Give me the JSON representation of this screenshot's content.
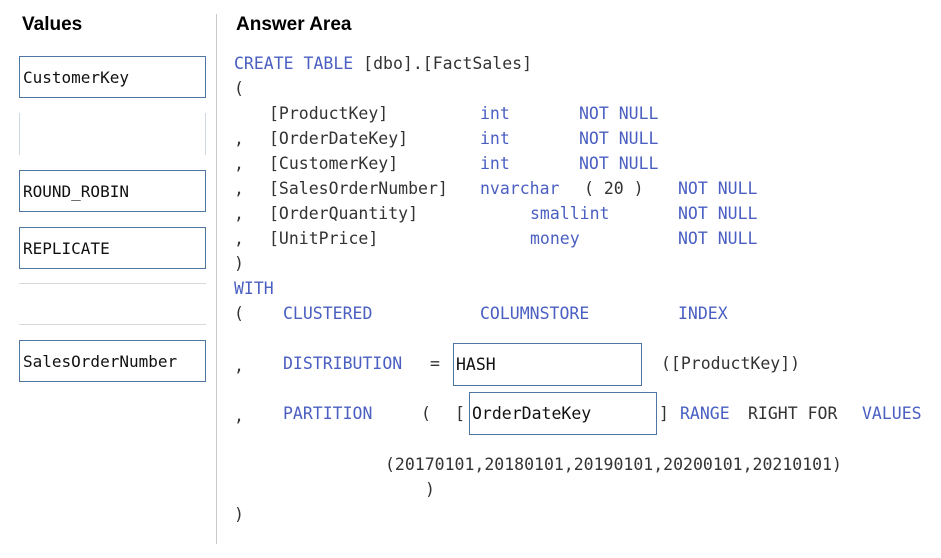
{
  "values_panel": {
    "title": "Values",
    "items": [
      {
        "label": "CustomerKey"
      },
      {
        "label": ""
      },
      {
        "label": "ROUND_ROBIN"
      },
      {
        "label": "REPLICATE"
      },
      {
        "label": ""
      },
      {
        "label": "SalesOrderNumber"
      }
    ]
  },
  "answer_area": {
    "title": "Answer Area",
    "line1_kw": "CREATE TABLE",
    "line1_tx": " [dbo].[FactSales]",
    "open_paren": "(",
    "columns": [
      {
        "prefix": " ",
        "name": "[ProductKey]",
        "type": "int",
        "null": "NOT NULL"
      },
      {
        "prefix": ",",
        "name": "[OrderDateKey]",
        "type": "int",
        "null": "NOT NULL"
      },
      {
        "prefix": ",",
        "name": "[CustomerKey]",
        "type": "int",
        "null": "NOT NULL"
      },
      {
        "prefix": ",",
        "name": "[SalesOrderNumber]",
        "type": "nvarchar",
        "type_suffix": "( 20 )",
        "null": "NOT NULL"
      },
      {
        "prefix": ",",
        "name": "[OrderQuantity]",
        "type": "smallint",
        "null": "NOT NULL"
      },
      {
        "prefix": ",",
        "name": "[UnitPrice]",
        "type": "money",
        "null": "NOT NULL"
      }
    ],
    "close_paren": ")",
    "with_kw": "WITH",
    "with_open": "(",
    "clustered": "CLUSTERED",
    "columnstore": "COLUMNSTORE",
    "index": "INDEX",
    "comma": ",",
    "distribution_kw": "DISTRIBUTION",
    "equals": "=",
    "distribution_value": "HASH",
    "distribution_arg": "([ProductKey])",
    "partition_kw": "PARTITION",
    "partition_open": "(",
    "partition_bracket_open": "[",
    "partition_value": "OrderDateKey",
    "partition_bracket_close": "]",
    "range_kw": "RANGE",
    "right_for": "RIGHT FOR",
    "values_kw": "VALUES",
    "boundary_values": "(20170101,20180101,20190101,20200101,20210101)",
    "partition_close": ")",
    "final_close": ")"
  }
}
